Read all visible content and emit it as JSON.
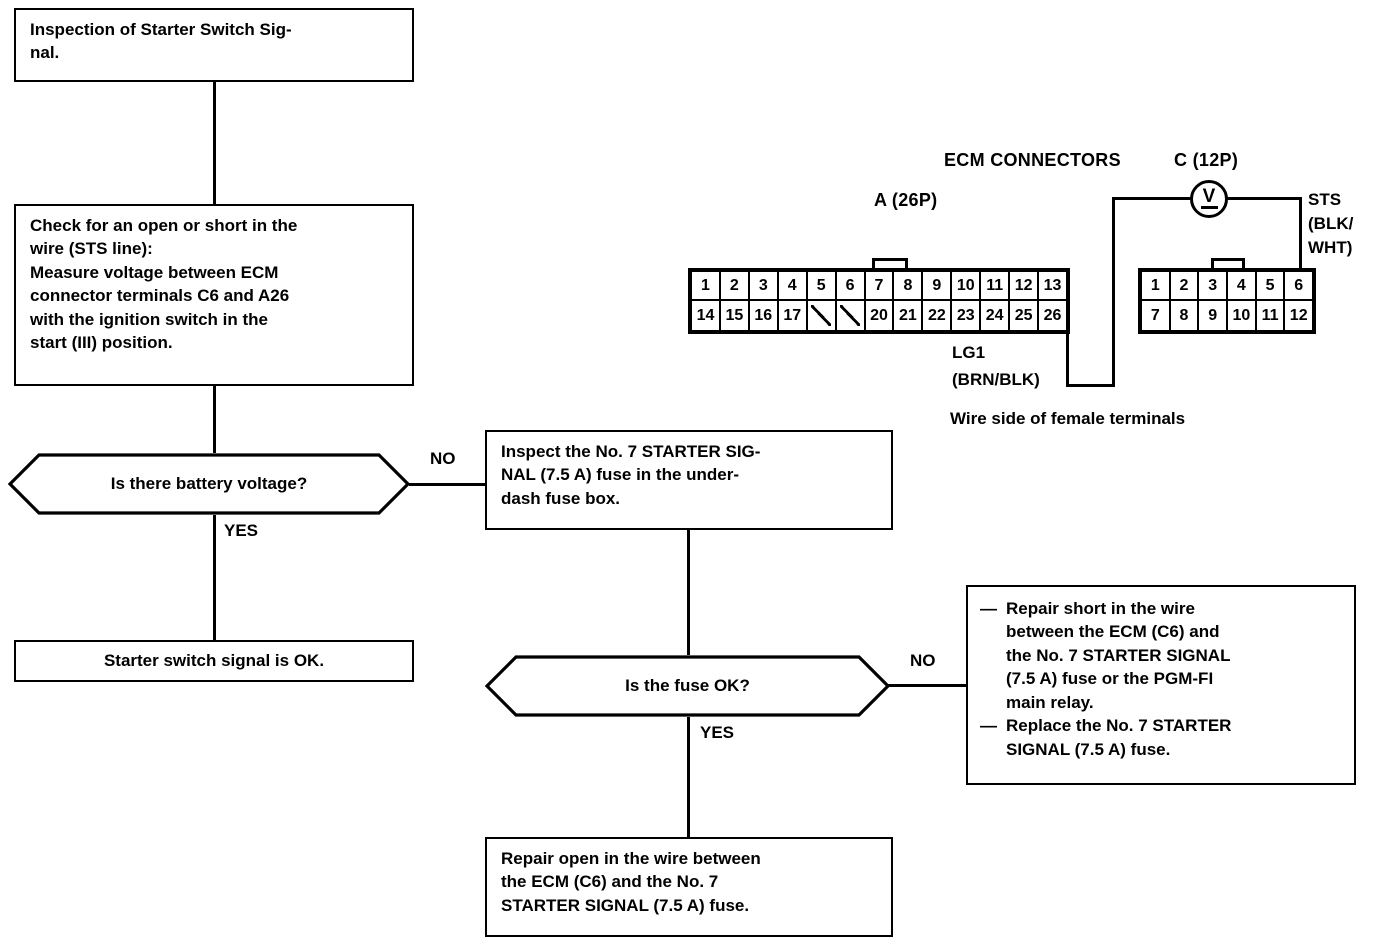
{
  "title": "Inspection of Starter Switch Signal",
  "flow": {
    "start_box": {
      "lines": [
        "Inspection of Starter Switch Sig-",
        "nal."
      ]
    },
    "check_box": {
      "lines": [
        "Check for an open or short in the",
        "wire (STS line):",
        "Measure voltage between ECM",
        "connector terminals C6 and A26",
        "with the ignition switch in the",
        "start (III) position."
      ]
    },
    "decision_battery": {
      "label": "Is there battery voltage?",
      "yes_label": "YES",
      "no_label": "NO"
    },
    "ok_box": {
      "lines": [
        "Starter switch signal is OK."
      ]
    },
    "inspect_fuse_box": {
      "lines": [
        "Inspect the No. 7 STARTER SIG-",
        "NAL (7.5 A) fuse in the under-",
        "dash fuse box."
      ]
    },
    "decision_fuse": {
      "label": "Is the fuse OK?",
      "yes_label": "YES",
      "no_label": "NO"
    },
    "repair_short_box": {
      "dash": "—",
      "items": [
        [
          "Repair short in the wire",
          "between the ECM (C6) and",
          "the No. 7 STARTER SIGNAL",
          "(7.5 A) fuse or the PGM-FI",
          "main relay."
        ],
        [
          "Replace the No. 7 STARTER",
          "SIGNAL (7.5 A) fuse."
        ]
      ]
    },
    "repair_open_box": {
      "lines": [
        "Repair open in the wire between",
        "the ECM (C6) and the No. 7",
        "STARTER SIGNAL (7.5 A) fuse."
      ]
    }
  },
  "connector_panel": {
    "heading": "ECM CONNECTORS",
    "connector_a": {
      "label": "A (26P)",
      "top_row": [
        "1",
        "2",
        "3",
        "4",
        "5",
        "6",
        "7",
        "8",
        "9",
        "10",
        "11",
        "12",
        "13"
      ],
      "bottom_row": [
        "14",
        "15",
        "16",
        "17",
        "",
        "",
        "20",
        "21",
        "22",
        "23",
        "24",
        "25",
        "26"
      ],
      "blank_indices": [
        4,
        5
      ]
    },
    "connector_c": {
      "label": "C (12P)",
      "top_row": [
        "1",
        "2",
        "3",
        "4",
        "5",
        "6"
      ],
      "bottom_row": [
        "7",
        "8",
        "9",
        "10",
        "11",
        "12"
      ]
    },
    "meter": {
      "symbol": "V"
    },
    "wire_lg1": {
      "name": "LG1",
      "color": "(BRN/BLK)"
    },
    "wire_sts": {
      "name": "STS",
      "color_line1": "(BLK/",
      "color_line2": "WHT)"
    },
    "caption": "Wire side of female terminals"
  },
  "colors": {
    "ink": "#000000",
    "paper": "#ffffff"
  }
}
